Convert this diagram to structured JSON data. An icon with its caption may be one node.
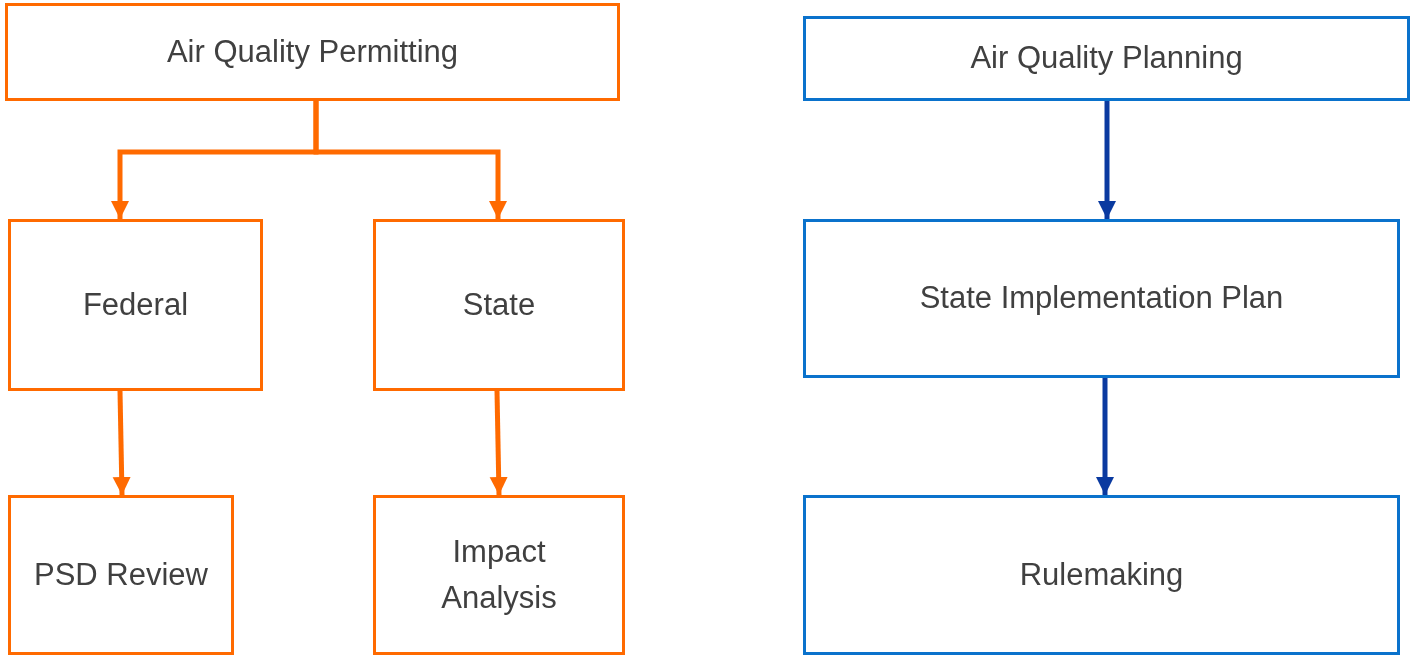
{
  "diagram": {
    "nodes": [
      {
        "text": [
          "Air Quality Permitting"
        ]
      },
      {
        "text": [
          "Federal"
        ]
      },
      {
        "text": [
          "State"
        ]
      },
      {
        "text": [
          "PSD Review"
        ]
      },
      {
        "text": [
          "Impact Analysis"
        ]
      },
      {
        "text": [
          "Air Quality Planning"
        ]
      },
      {
        "text": [
          "State Implementation Plan"
        ]
      },
      {
        "text": [
          "Rulemaking"
        ]
      }
    ],
    "edges": [
      {
        "from": 0,
        "to": 1,
        "arrow": "to"
      },
      {
        "from": 0,
        "to": 2,
        "arrow": "to"
      },
      {
        "from": 1,
        "to": 3,
        "arrow": "to"
      },
      {
        "from": 2,
        "to": 4,
        "arrow": "to"
      },
      {
        "from": 5,
        "to": 6,
        "arrow": "to",
        "color": "#0a3aa0"
      },
      {
        "from": 6,
        "to": 7,
        "arrow": "to",
        "color": "#0a3aa0"
      }
    ]
  }
}
